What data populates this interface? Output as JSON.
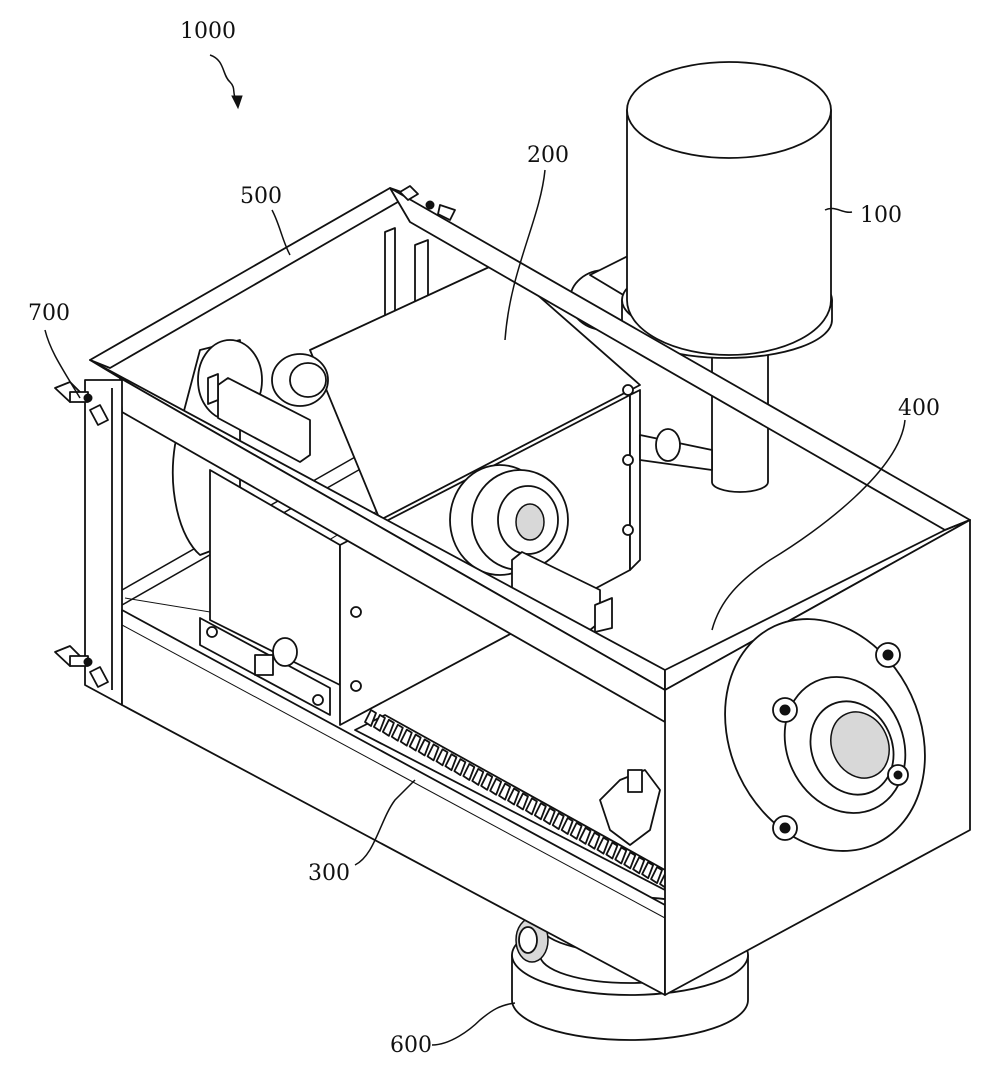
{
  "labels": {
    "assembly": "1000",
    "motor": "100",
    "drive_unit": "200",
    "rack": "300",
    "rail": "400",
    "frame": "500",
    "base": "600",
    "wing_bolt": "700"
  }
}
